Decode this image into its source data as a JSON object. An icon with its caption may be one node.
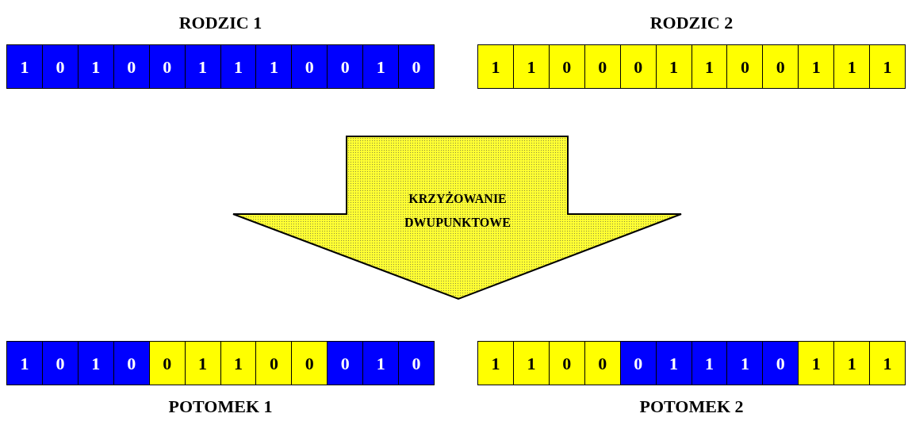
{
  "diagram": {
    "nodes": [
      {
        "text": [
          "RODZIC 1"
        ]
      },
      {
        "text": [
          "1"
        ],
        "in": 0
      },
      {
        "text": [
          "0"
        ],
        "in": 0
      },
      {
        "text": [
          "1"
        ],
        "in": 0
      },
      {
        "text": [
          "0"
        ],
        "in": 0
      },
      {
        "text": [
          "0"
        ],
        "in": 0
      },
      {
        "text": [
          "1"
        ],
        "in": 0
      },
      {
        "text": [
          "1"
        ],
        "in": 0
      },
      {
        "text": [
          "1"
        ],
        "in": 0
      },
      {
        "text": [
          "0"
        ],
        "in": 0
      },
      {
        "text": [
          "0"
        ],
        "in": 0
      },
      {
        "text": [
          "1"
        ],
        "in": 0
      },
      {
        "text": [
          "0"
        ],
        "in": 0
      },
      {
        "text": [
          "RODZIC 2"
        ]
      },
      {
        "text": [
          "1"
        ],
        "in": 13
      },
      {
        "text": [
          "1"
        ],
        "in": 13
      },
      {
        "text": [
          "0"
        ],
        "in": 13
      },
      {
        "text": [
          "0"
        ],
        "in": 13
      },
      {
        "text": [
          "0"
        ],
        "in": 13
      },
      {
        "text": [
          "1"
        ],
        "in": 13
      },
      {
        "text": [
          "1"
        ],
        "in": 13
      },
      {
        "text": [
          "0"
        ],
        "in": 13
      },
      {
        "text": [
          "0"
        ],
        "in": 13
      },
      {
        "text": [
          "1"
        ],
        "in": 13
      },
      {
        "text": [
          "1"
        ],
        "in": 13
      },
      {
        "text": [
          "1"
        ],
        "in": 13
      },
      {
        "text": [
          "KRZYŻOWANIE DWUPUNKTOWE"
        ]
      },
      {
        "text": [
          "POTOMEK 1"
        ]
      },
      {
        "text": [
          "1"
        ],
        "in": 27
      },
      {
        "text": [
          "0"
        ],
        "in": 27
      },
      {
        "text": [
          "1"
        ],
        "in": 27
      },
      {
        "text": [
          "0"
        ],
        "in": 27
      },
      {
        "text": [
          "0"
        ],
        "in": 27
      },
      {
        "text": [
          "1"
        ],
        "in": 27
      },
      {
        "text": [
          "1"
        ],
        "in": 27
      },
      {
        "text": [
          "0"
        ],
        "in": 27
      },
      {
        "text": [
          "0"
        ],
        "in": 27
      },
      {
        "text": [
          "0"
        ],
        "in": 27
      },
      {
        "text": [
          "1"
        ],
        "in": 27
      },
      {
        "text": [
          "0"
        ],
        "in": 27
      },
      {
        "text": [
          "POTOMEK 2"
        ]
      },
      {
        "text": [
          "1"
        ],
        "in": 40
      },
      {
        "text": [
          "1"
        ],
        "in": 40
      },
      {
        "text": [
          "0"
        ],
        "in": 40
      },
      {
        "text": [
          "0"
        ],
        "in": 40
      },
      {
        "text": [
          "0"
        ],
        "in": 40
      },
      {
        "text": [
          "1"
        ],
        "in": 40
      },
      {
        "text": [
          "1"
        ],
        "in": 40
      },
      {
        "text": [
          "1"
        ],
        "in": 40
      },
      {
        "text": [
          "0"
        ],
        "in": 40
      },
      {
        "text": [
          "1"
        ],
        "in": 40
      },
      {
        "text": [
          "1"
        ],
        "in": 40
      },
      {
        "text": [
          "1"
        ],
        "in": 40
      }
    ],
    "edges": []
  }
}
